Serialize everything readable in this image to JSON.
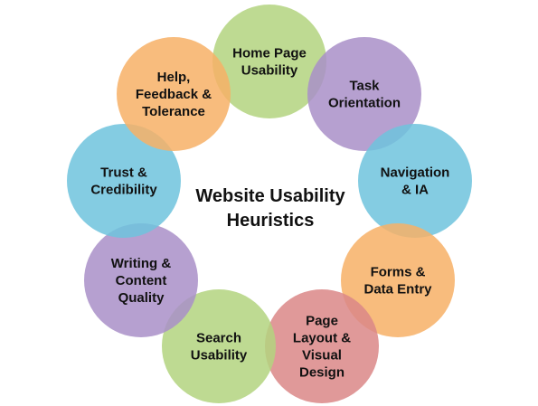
{
  "title": {
    "line1": "Website Usability",
    "line2": "Heuristics"
  },
  "bubbles": [
    {
      "id": "home-page-usability",
      "lines": [
        "Home Page",
        "Usability"
      ],
      "color": "#B3D37F"
    },
    {
      "id": "task-orientation",
      "lines": [
        "Task",
        "Orientation"
      ],
      "color": "#A98FC8"
    },
    {
      "id": "navigation-ia",
      "lines": [
        "Navigation",
        "& IA"
      ],
      "color": "#6FC3DD"
    },
    {
      "id": "forms-data-entry",
      "lines": [
        "Forms &",
        "Data Entry"
      ],
      "color": "#F7B066"
    },
    {
      "id": "page-layout-visual-design",
      "lines": [
        "Page",
        "Layout &",
        "Visual",
        "Design"
      ],
      "color": "#DA8787"
    },
    {
      "id": "search-usability",
      "lines": [
        "Search",
        "Usability"
      ],
      "color": "#B3D37F"
    },
    {
      "id": "writing-content-quality",
      "lines": [
        "Writing &",
        "Content",
        "Quality"
      ],
      "color": "#A98FC8"
    },
    {
      "id": "trust-credibility",
      "lines": [
        "Trust &",
        "Credibility"
      ],
      "color": "#6FC3DD"
    },
    {
      "id": "help-feedback-tolerance",
      "lines": [
        "Help,",
        "Feedback &",
        "Tolerance"
      ],
      "color": "#F7B066"
    }
  ]
}
